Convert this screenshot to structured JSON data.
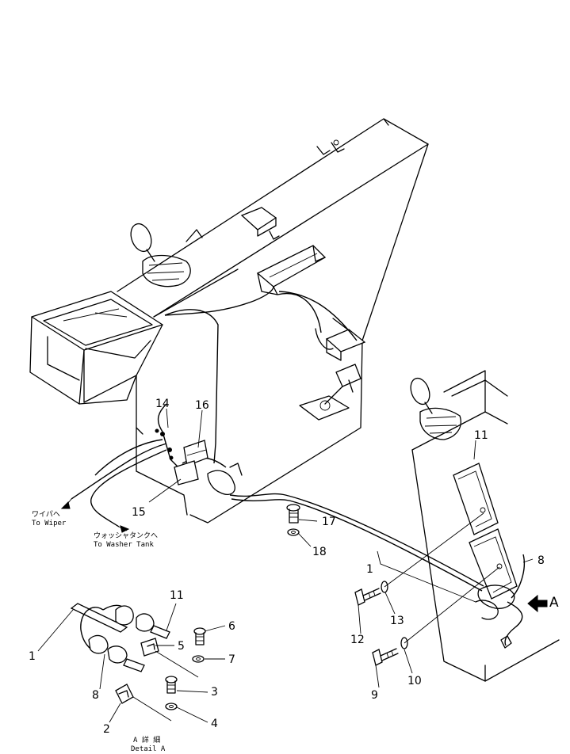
{
  "callouts": {
    "c1": "1",
    "c8": "8",
    "c9": "9",
    "c10": "10",
    "c11": "11",
    "c12": "12",
    "c13": "13",
    "c14": "14",
    "c15": "15",
    "c16": "16",
    "c17": "17",
    "c18": "18"
  },
  "detail_callouts": {
    "d1": "1",
    "d2": "2",
    "d3": "3",
    "d4": "4",
    "d5": "5",
    "d6": "6",
    "d7": "7",
    "d8": "8",
    "d11": "11"
  },
  "destinations": {
    "wiper_jp": "ワイパヘ",
    "wiper_en": "To Wiper",
    "washer_jp": "ウォッシャタンクへ",
    "washer_en": "To Washer Tank"
  },
  "view_arrow_label": "A",
  "detail": {
    "title_jp": "A 詳 細",
    "title_en": "Detail A"
  }
}
